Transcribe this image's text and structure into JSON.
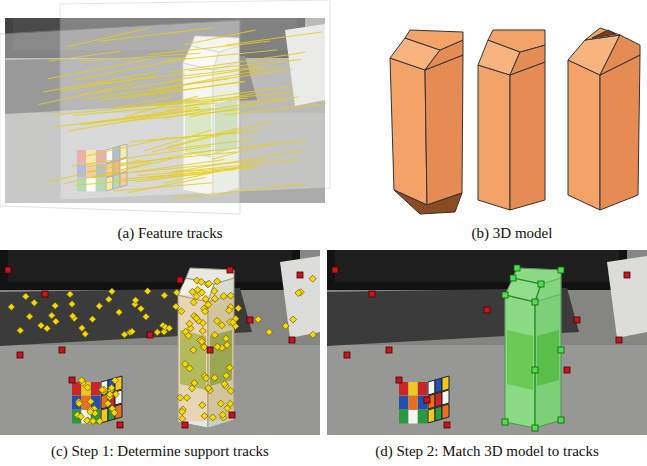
{
  "diagram": {
    "labels": [
      "(a) Feature tracks",
      "(b) 3D model",
      "(c) Step 1: Determine support tracks",
      "(d) Step 2: Match 3D model to tracks"
    ]
  }
}
